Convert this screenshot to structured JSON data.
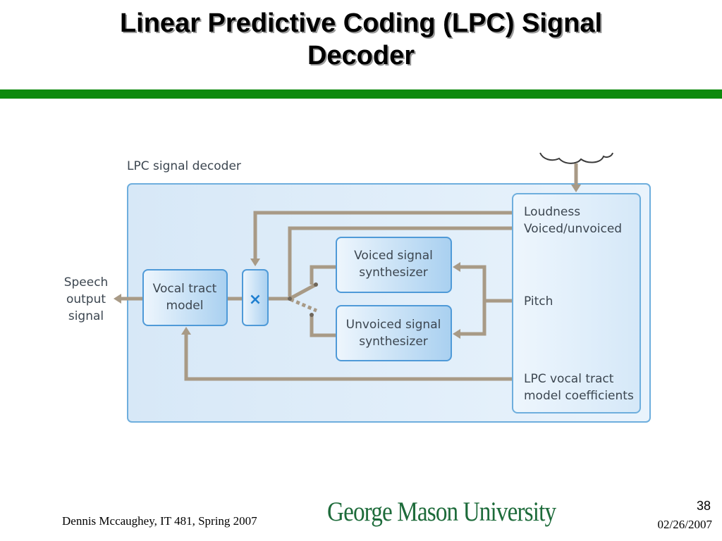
{
  "slide": {
    "title_line1": "Linear Predictive Coding (LPC) Signal",
    "title_line2": "Decoder",
    "rule_color": "#0d8a0d"
  },
  "diagram": {
    "container_label": "LPC signal decoder",
    "output_label": [
      "Speech",
      "output",
      "signal"
    ],
    "vocal_tract_label": [
      "Vocal tract",
      "model"
    ],
    "multiplier_symbol": "×",
    "voiced_synth_label": [
      "Voiced signal",
      "synthesizer"
    ],
    "unvoiced_synth_label": [
      "Unvoiced signal",
      "synthesizer"
    ],
    "params": {
      "loudness": "Loudness",
      "voiced_unvoiced": "Voiced/unvoiced",
      "pitch": "Pitch",
      "coeffs": [
        "LPC vocal tract",
        "model coefficients"
      ]
    },
    "colors": {
      "panel_fill": "#dbeaf7",
      "panel_border": "#6eaedd",
      "arrow": "#a89a86",
      "multiplier": "#1f7fd0"
    }
  },
  "footer": {
    "author": "Dennis Mccaughey, IT 481, Spring 2007",
    "logo_text": "George Mason University",
    "page": "38",
    "date": "02/26/2007"
  }
}
